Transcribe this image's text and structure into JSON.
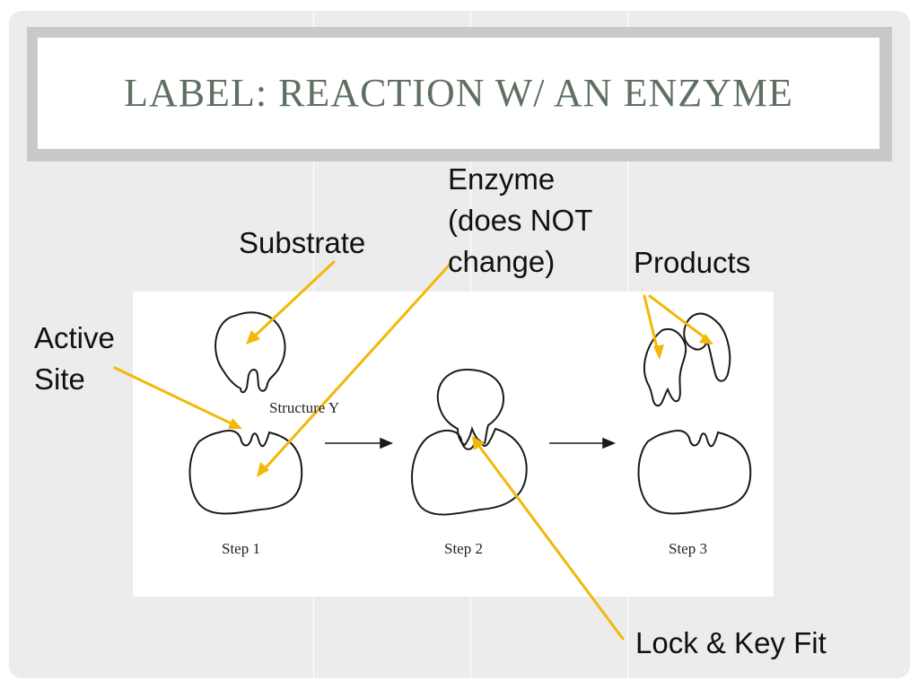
{
  "slide": {
    "title": "LABEL: REACTION W/ AN ENZYME"
  },
  "labels": {
    "substrate": "Substrate",
    "active_site": [
      "Active",
      "Site"
    ],
    "enzyme": [
      "Enzyme",
      "(does NOT",
      "change)"
    ],
    "products": "Products",
    "lock_key": "Lock & Key Fit"
  },
  "diagram": {
    "structure_label": "Structure Y",
    "steps": [
      "Step 1",
      "Step 2",
      "Step 3"
    ]
  },
  "colors": {
    "arrow": "#f2b807",
    "title": "#5f6f62",
    "background": "#ececec"
  }
}
